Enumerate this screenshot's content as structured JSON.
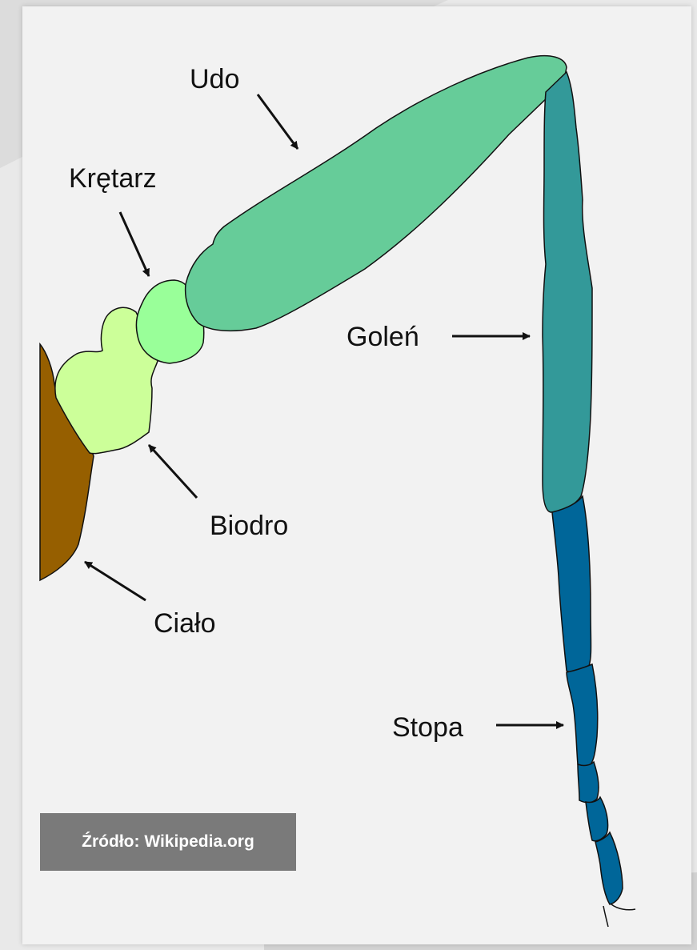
{
  "labels": {
    "udo": "Udo",
    "kretarz": "Krętarz",
    "golen": "Goleń",
    "biodro": "Biodro",
    "cialo": "Ciało",
    "stopa": "Stopa"
  },
  "source": "Źródło: Wikipedia.org",
  "colors": {
    "cialo": "#965f00",
    "biodro": "#ccff99",
    "kretarz": "#99ff99",
    "udo": "#66cc99",
    "golen": "#339999",
    "stopa": "#006699",
    "badge": "#7a7a7a"
  }
}
